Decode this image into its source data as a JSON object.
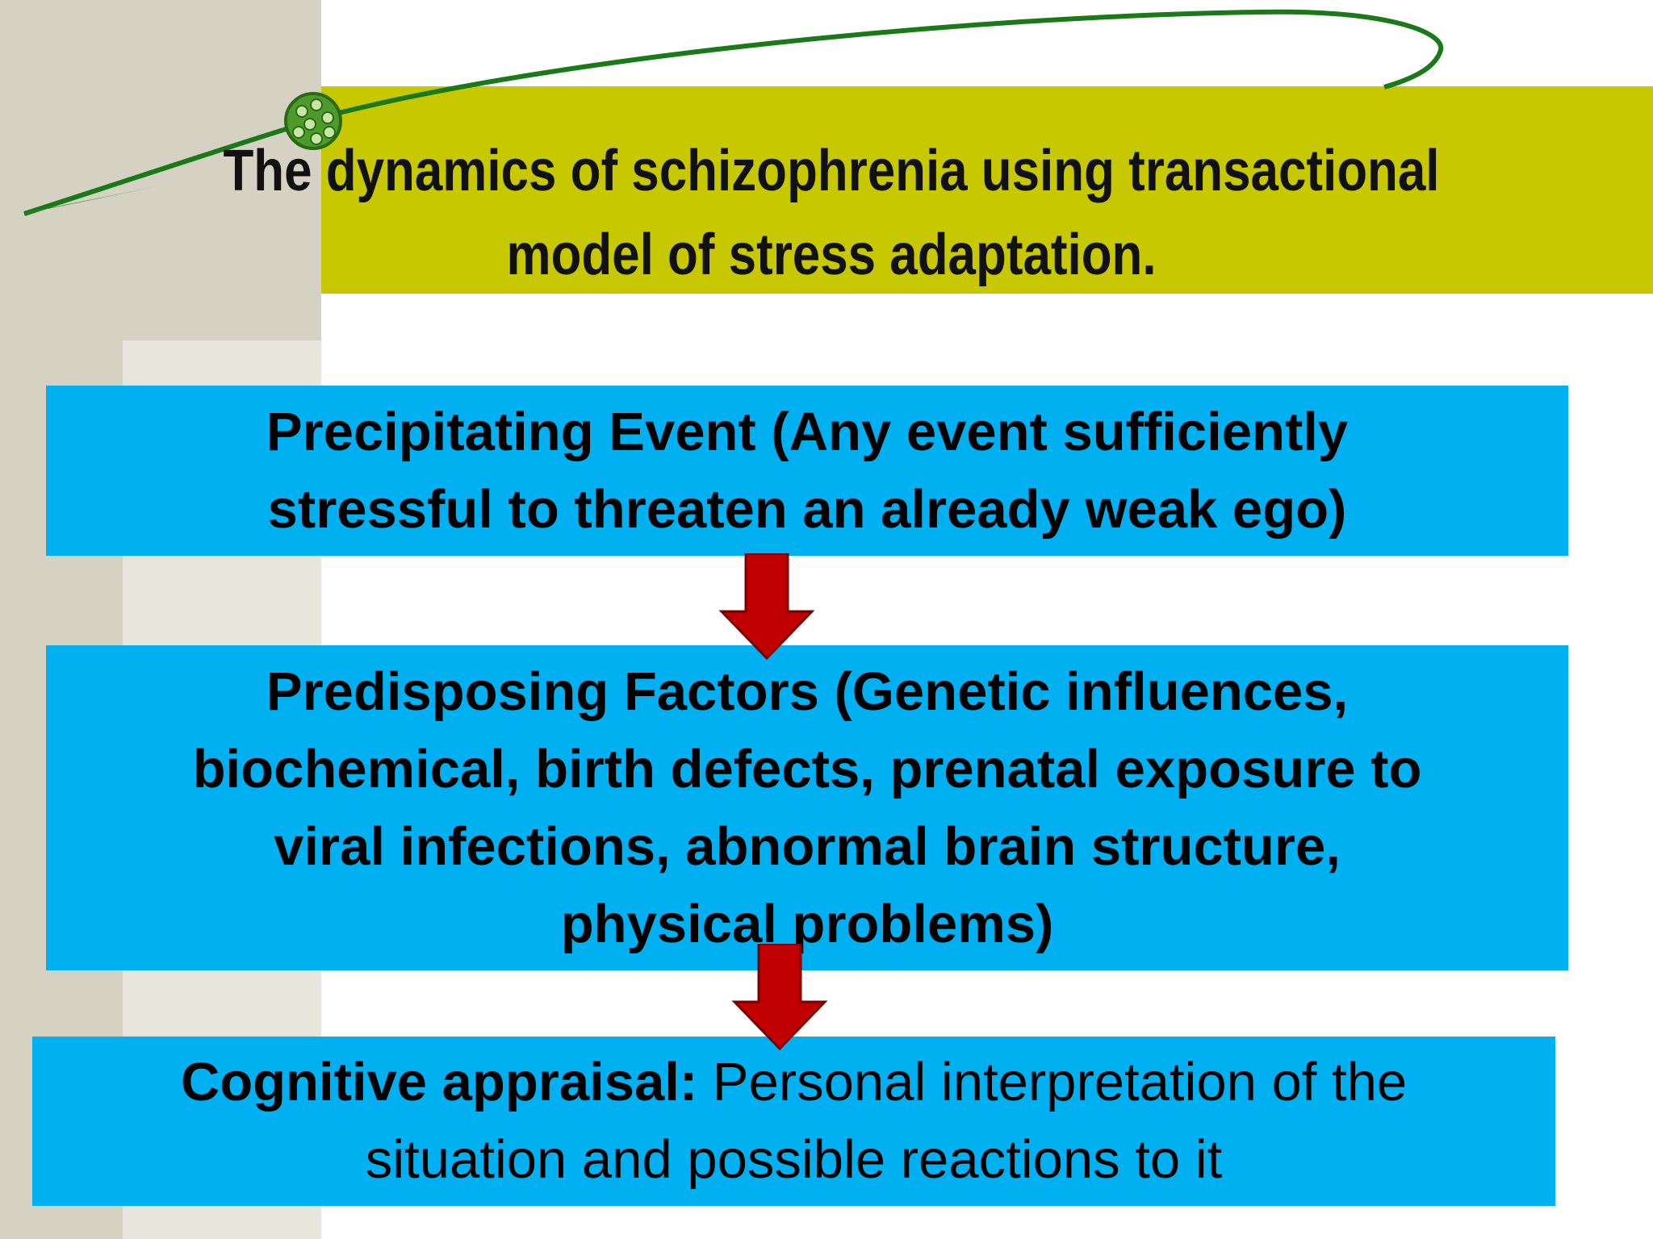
{
  "title": {
    "line1": "The dynamics of schizophrenia using transactional",
    "line2": "model of stress adaptation."
  },
  "boxes": {
    "precipitating": {
      "line1": "Precipitating Event (Any event sufficiently",
      "line2": "stressful to threaten an already weak ego)"
    },
    "predisposing": {
      "line1": "Predisposing Factors (Genetic influences,",
      "line2": "biochemical, birth defects, prenatal exposure to",
      "line3": "viral infections, abnormal brain structure,",
      "line4": "physical problems)"
    },
    "cognitive": {
      "label": "Cognitive appraisal:",
      "text_line1": " Personal interpretation of the",
      "text_line2": "situation and possible reactions to it"
    }
  },
  "colors": {
    "box_fill": "#00b0f0",
    "title_bar": "#c8c800",
    "arrow_fill": "#c00000",
    "swoosh": "#1a7a1a"
  }
}
